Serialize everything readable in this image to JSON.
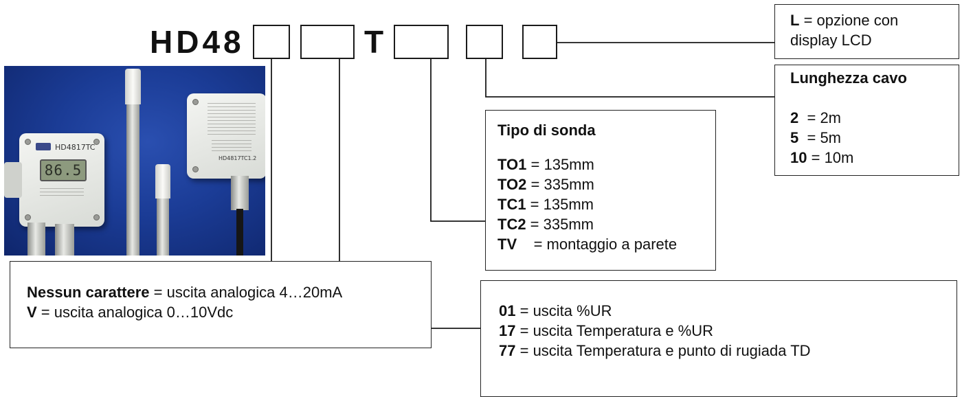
{
  "code": {
    "prefix": "HD48",
    "letter": "T"
  },
  "option_lcd": {
    "key": "L",
    "text": " = opzione con",
    "text2": "display LCD"
  },
  "cable_length": {
    "title": "Lunghezza cavo",
    "options": [
      {
        "code": "2",
        "sep": "  = ",
        "value": "2m"
      },
      {
        "code": "5",
        "sep": "  = ",
        "value": "5m"
      },
      {
        "code": "10",
        "sep": " = ",
        "value": "10m"
      }
    ]
  },
  "probe_type": {
    "title": "Tipo di sonda",
    "options": [
      {
        "code": "TO1",
        "sep": " = ",
        "value": "135mm"
      },
      {
        "code": "TO2",
        "sep": " = ",
        "value": "335mm"
      },
      {
        "code": "TC1",
        "sep": " = ",
        "value": "135mm"
      },
      {
        "code": "TC2",
        "sep": " = ",
        "value": "335mm"
      },
      {
        "code": "TV",
        "sep": "    = ",
        "value": "montaggio a parete"
      }
    ]
  },
  "analog_output": {
    "options": [
      {
        "code": "Nessun carattere",
        "sep": " = ",
        "value": "uscita analogica 4…20mA"
      },
      {
        "code": "V",
        "sep": " = ",
        "value": "uscita analogica 0…10Vdc"
      }
    ]
  },
  "measurement": {
    "options": [
      {
        "code": "01",
        "sep": " = ",
        "value": "uscita %UR"
      },
      {
        "code": "17",
        "sep": " = ",
        "value": "uscita Temperatura e %UR"
      },
      {
        "code": "77",
        "sep": " = ",
        "value": "uscita Temperatura e punto di rugiada TD"
      }
    ]
  },
  "photo": {
    "device_label": "HD4817TC",
    "display_reading": "86.5",
    "device_label_2": "HD4817TC1.2"
  },
  "colors": {
    "photo_background": "#1b3c96",
    "line": "#1a1a1a"
  }
}
